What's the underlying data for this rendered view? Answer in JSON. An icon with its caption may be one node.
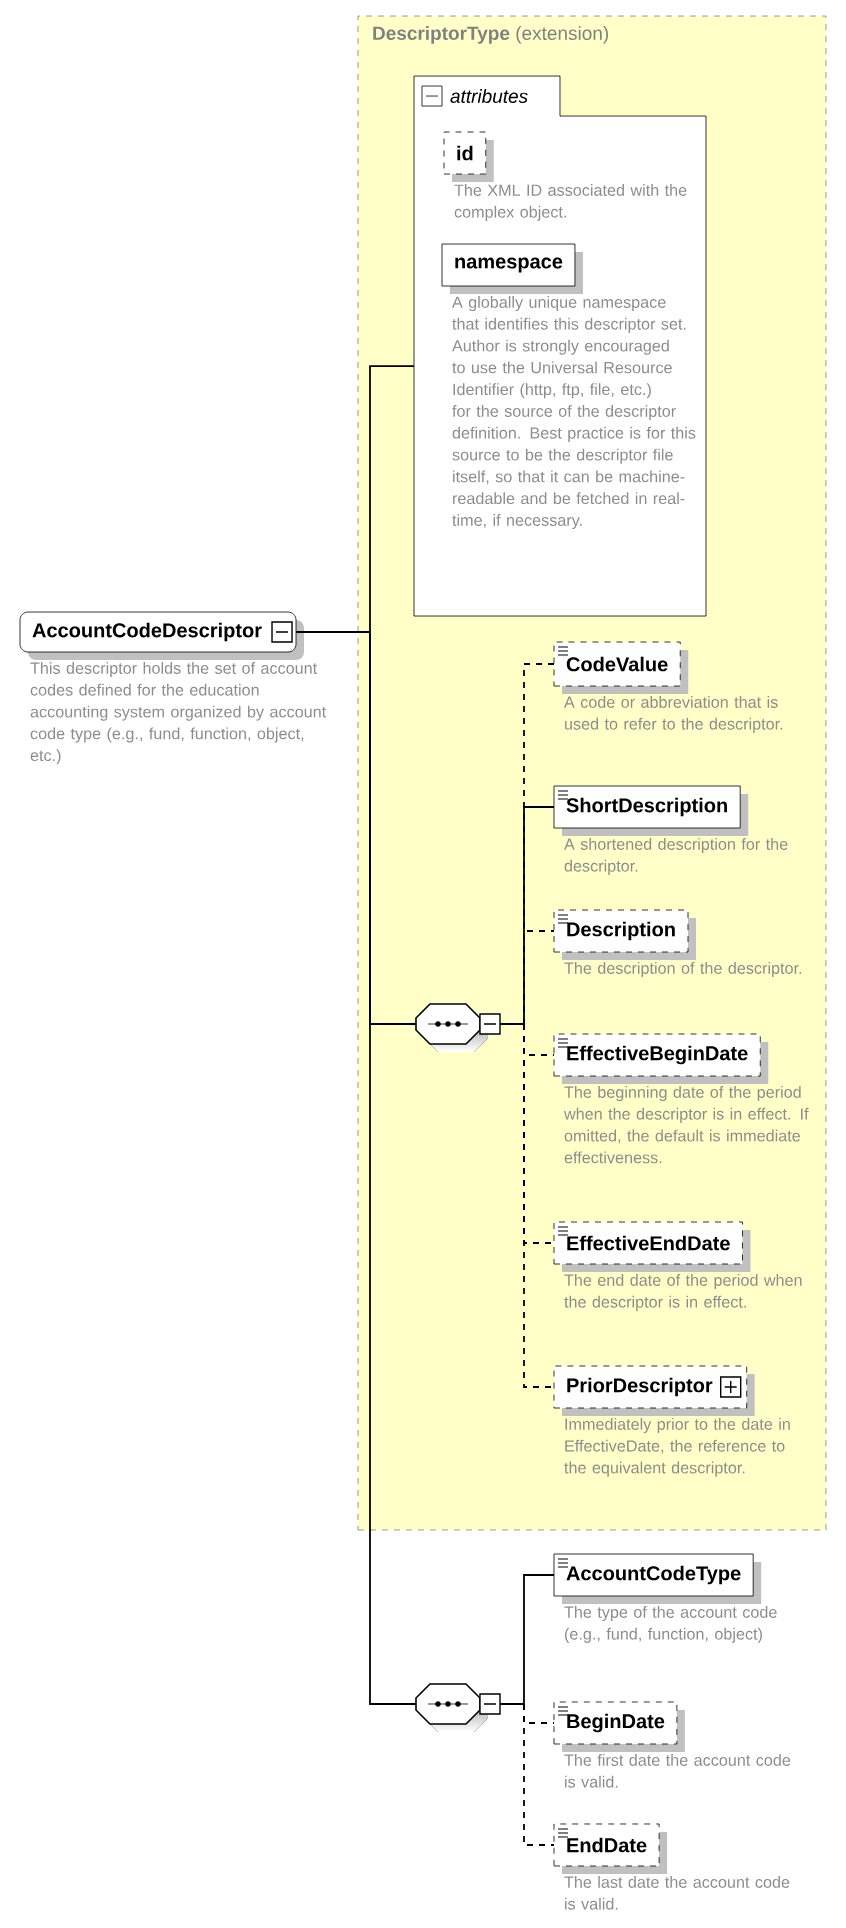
{
  "diagram": {
    "nodes": [
      {
        "text": [
          "**DescriptorType** (extension)"
        ]
      },
      {
        "text": [
          "attributes"
        ],
        "in": 0
      },
      {
        "text": [
          "id"
        ],
        "in": 1,
        "beside": [
          "The XML ID associated with the complex object."
        ]
      },
      {
        "text": [
          "namespace"
        ],
        "in": 1,
        "beside": [
          "A globally unique namespace that identifies this descriptor set. Author is strongly encouraged to use the Universal Resource Identifier (http, ftp, file, etc.) for the source of the descriptor definition. Best practice is for this source to be the descriptor file itself, so that it can be machine-readable and be fetched in real-time, if necessary."
        ]
      },
      {
        "text": [
          "AccountCodeDescriptor"
        ],
        "beside": [
          "This descriptor holds the set of account codes defined for the education accounting system organized by account code type (e.g., fund, function, object, etc.)"
        ]
      },
      {
        "text": [],
        "shape": "octagon",
        "in": 0
      },
      {
        "text": [
          "CodeValue"
        ],
        "in": 0,
        "beside": [
          "A code or abbreviation that is used to refer to the descriptor."
        ]
      },
      {
        "text": [
          "ShortDescription"
        ],
        "in": 0,
        "beside": [
          "A shortened description for the descriptor."
        ]
      },
      {
        "text": [
          "Description"
        ],
        "in": 0,
        "beside": [
          "The description of the descriptor."
        ]
      },
      {
        "text": [
          "EffectiveBeginDate"
        ],
        "in": 0,
        "beside": [
          "The beginning date of the period when the descriptor is in effect. If omitted, the default is immediate effectiveness."
        ]
      },
      {
        "text": [
          "EffectiveEndDate"
        ],
        "in": 0,
        "beside": [
          "The end date of the period when the descriptor is in effect."
        ]
      },
      {
        "text": [
          "PriorDescriptor"
        ],
        "in": 0,
        "beside": [
          "Immediately prior to the date in EffectiveDate, the reference to the equivalent descriptor."
        ]
      },
      {
        "text": [],
        "shape": "octagon"
      },
      {
        "text": [
          "AccountCodeType"
        ],
        "beside": [
          "The type of the account code (e.g., fund, function, object)"
        ]
      },
      {
        "text": [
          "BeginDate"
        ],
        "beside": [
          "The first date the account code is valid."
        ]
      },
      {
        "text": [
          "EndDate"
        ],
        "beside": [
          "The last date the account code is valid."
        ]
      }
    ],
    "edges": [
      {
        "from": 4,
        "to": 1,
        "arrow": "none"
      },
      {
        "from": 4,
        "to": 5,
        "arrow": "none"
      },
      {
        "from": 4,
        "to": 12,
        "arrow": "none"
      },
      {
        "from": 5,
        "to": 6,
        "arrow": "none",
        "style": "dashed"
      },
      {
        "from": 5,
        "to": 7,
        "arrow": "none"
      },
      {
        "from": 5,
        "to": 8,
        "arrow": "none",
        "style": "dashed"
      },
      {
        "from": 5,
        "to": 9,
        "arrow": "none",
        "style": "dashed"
      },
      {
        "from": 5,
        "to": 10,
        "arrow": "none",
        "style": "dashed"
      },
      {
        "from": 5,
        "to": 11,
        "arrow": "none",
        "style": "dashed"
      },
      {
        "from": 12,
        "to": 13,
        "arrow": "none"
      },
      {
        "from": 12,
        "to": 14,
        "arrow": "none",
        "style": "dashed"
      },
      {
        "from": 12,
        "to": 15,
        "arrow": "none",
        "style": "dashed"
      }
    ]
  }
}
